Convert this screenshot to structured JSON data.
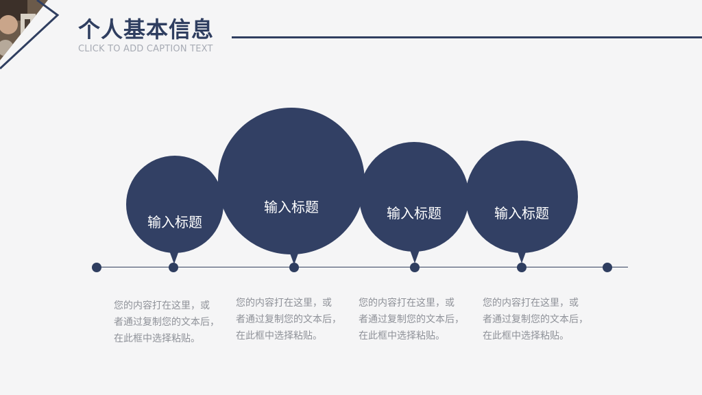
{
  "header": {
    "title": "个人基本信息",
    "caption": "CLICK TO ADD CAPTION TEXT"
  },
  "colors": {
    "navy": "#324064",
    "title": "#2f3e60",
    "caption": "#a7abb4",
    "body_text": "#8e9198",
    "background": "#f5f5f6"
  },
  "items": [
    {
      "label": "输入标题",
      "text": "您的内容打在这里，或\n者通过复制您的文本后，\n在此框中选择粘贴。"
    },
    {
      "label": "输入标题",
      "text": "您的内容打在这里，或\n者通过复制您的文本后，\n在此框中选择粘贴。"
    },
    {
      "label": "输入标题",
      "text": "您的内容打在这里，或\n者通过复制您的文本后，\n在此框中选择粘贴。"
    },
    {
      "label": "输入标题",
      "text": "您的内容打在这里，或\n者通过复制您的文本后，\n在此框中选择粘贴。"
    }
  ]
}
